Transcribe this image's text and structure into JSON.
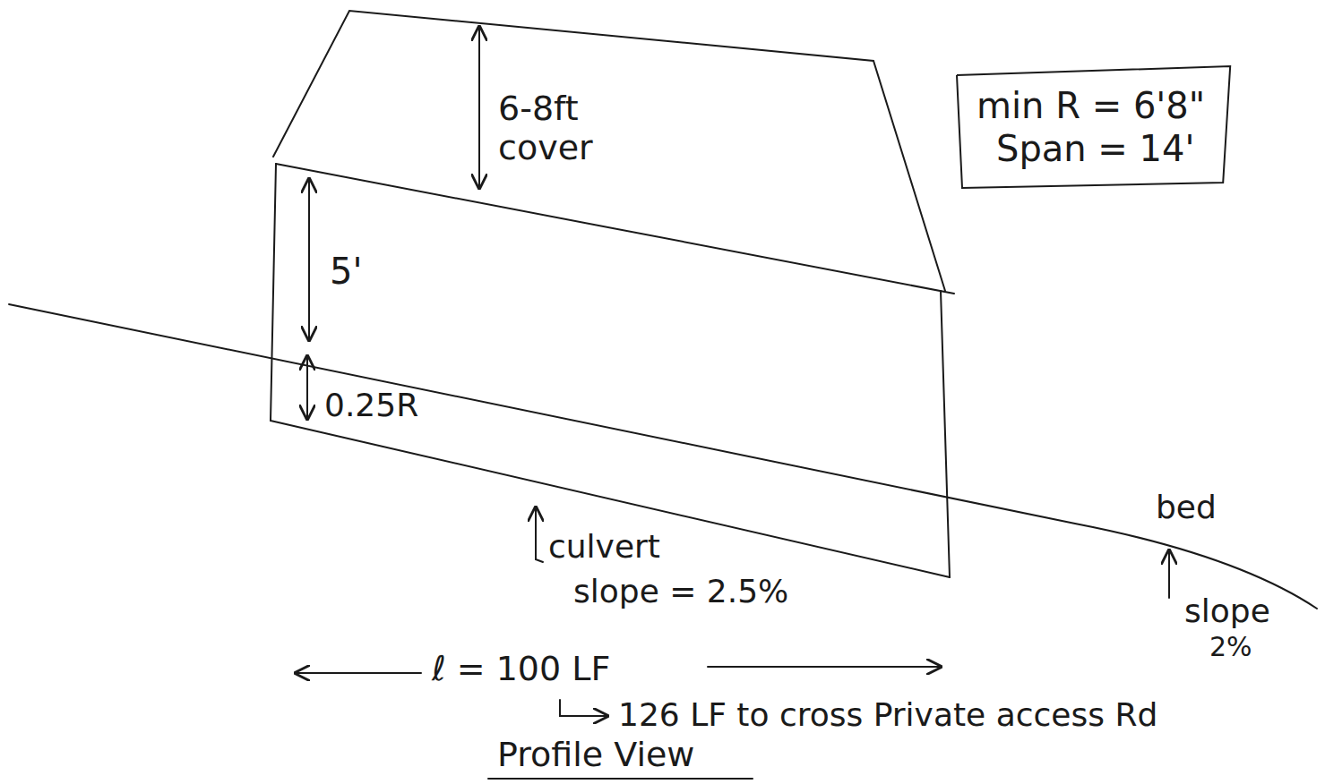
{
  "diagram": {
    "nodes": [
      {
        "text": [
          "min R = 6'8\"",
          "Span = 14'"
        ]
      }
    ],
    "labels": [
      "6-8ft cover",
      "5'",
      "0.25R",
      "culvert",
      "slope = 2.5%",
      "bed",
      "slope",
      "2%",
      "ℓ = 100 LF",
      "126 LF to cross Private access Rd",
      "Profile View"
    ]
  }
}
